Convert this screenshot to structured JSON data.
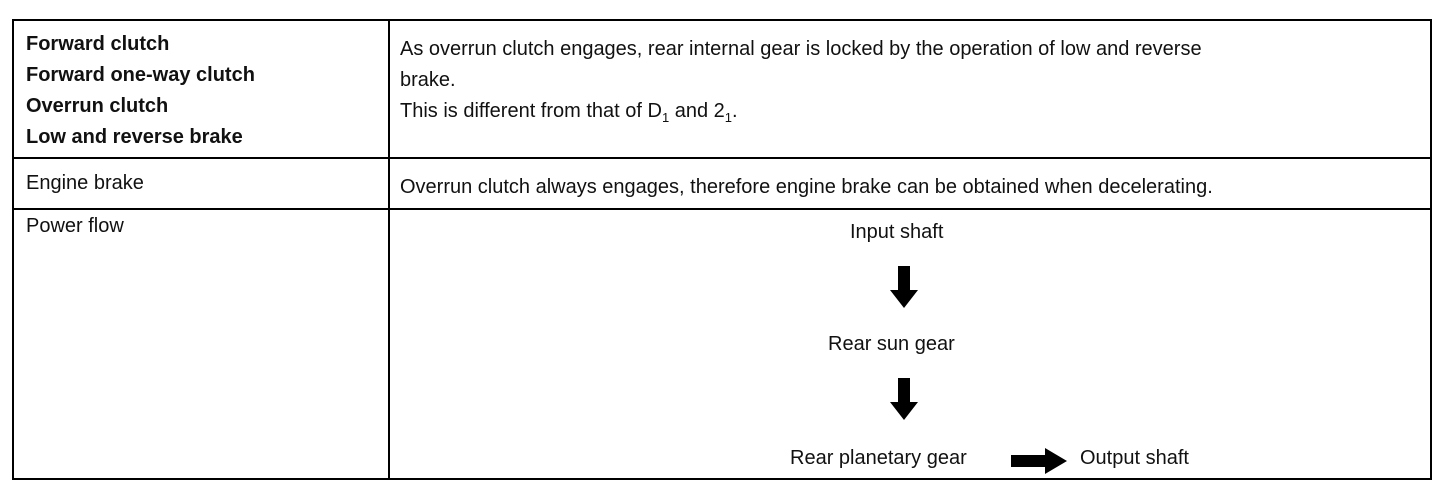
{
  "rows": {
    "row1": {
      "left_items": [
        "Forward clutch",
        "Forward one-way clutch",
        "Overrun clutch",
        "Low and reverse brake"
      ],
      "right_line1": "As overrun clutch engages, rear internal gear is locked by the operation of low and reverse",
      "right_line2": "brake.",
      "right_line3_prefix": "This is different from that of D",
      "right_line3_sub1": "1",
      "right_line3_mid": " and 2",
      "right_line3_sub2": "1",
      "right_line3_suffix": "."
    },
    "row2": {
      "left": "Engine brake",
      "right": "Overrun clutch always engages, therefore engine brake can be obtained when decelerating."
    },
    "row3": {
      "left": "Power flow",
      "flow": {
        "step1": "Input shaft",
        "step2": "Rear sun gear",
        "step3": "Rear planetary gear",
        "step4": "Output shaft"
      }
    }
  },
  "colors": {
    "border": "#000000",
    "text": "#111111",
    "arrow": "#000000"
  },
  "icons": {
    "down_arrow": "arrow-down-icon",
    "right_arrow": "arrow-right-icon"
  }
}
